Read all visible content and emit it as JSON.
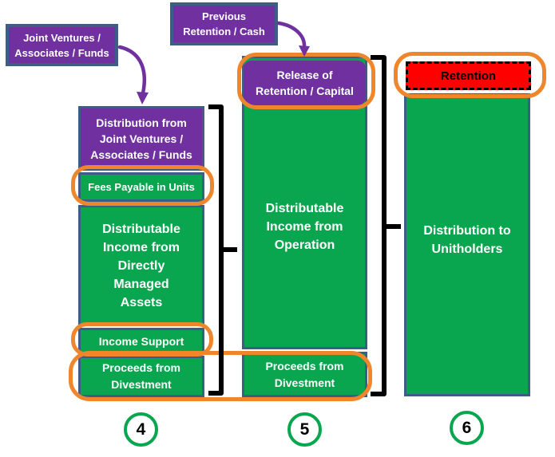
{
  "colors": {
    "purple": "#7030A0",
    "green": "#0AA64F",
    "orange": "#F0862B",
    "red": "#FF0000",
    "border": "#3C5E86",
    "arrow": "#7030A0",
    "brace": "#000000"
  },
  "callouts": {
    "joint_ventures": "Joint Ventures /\nAssociates / Funds",
    "previous_retention": "Previous\nRetention / Cash"
  },
  "col4": {
    "number": "4",
    "header": "Distribution from\nJoint Ventures /\nAssociates / Funds",
    "fees": "Fees Payable in Units",
    "body": "Distributable\nIncome from\nDirectly\nManaged\nAssets",
    "income_support": "Income Support",
    "proceeds": "Proceeds from\nDivestment"
  },
  "col5": {
    "number": "5",
    "header": "Release of\nRetention / Capital",
    "body": "Distributable\nIncome from\nOperation",
    "proceeds": "Proceeds from\nDivestment"
  },
  "col6": {
    "number": "6",
    "retention": "Retention",
    "body": "Distribution to\nUnitholders"
  }
}
